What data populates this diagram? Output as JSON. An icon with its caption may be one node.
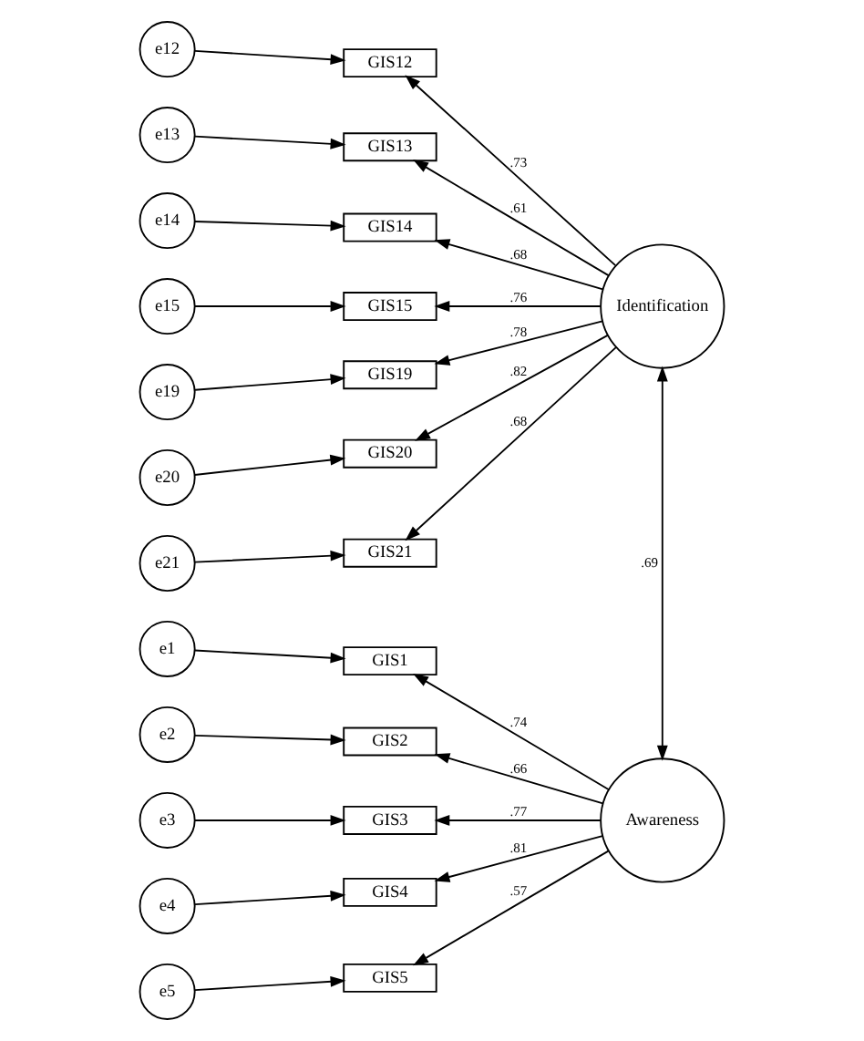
{
  "diagram": {
    "nodes": [
      {
        "text": [
          "e12"
        ]
      },
      {
        "text": [
          "GIS12"
        ]
      },
      {
        "text": [
          "e13"
        ]
      },
      {
        "text": [
          "GIS13"
        ]
      },
      {
        "text": [
          "e14"
        ]
      },
      {
        "text": [
          "GIS14"
        ]
      },
      {
        "text": [
          "e15"
        ]
      },
      {
        "text": [
          "GIS15"
        ]
      },
      {
        "text": [
          "Identification"
        ]
      },
      {
        "text": [
          "e19"
        ]
      },
      {
        "text": [
          "GIS19"
        ]
      },
      {
        "text": [
          "e20"
        ]
      },
      {
        "text": [
          "GIS20"
        ]
      },
      {
        "text": [
          "e21"
        ]
      },
      {
        "text": [
          "GIS21"
        ]
      },
      {
        "text": [
          "e1"
        ]
      },
      {
        "text": [
          "GIS1"
        ]
      },
      {
        "text": [
          "e2"
        ]
      },
      {
        "text": [
          "GIS2"
        ]
      },
      {
        "text": [
          "e3"
        ]
      },
      {
        "text": [
          "GIS3"
        ]
      },
      {
        "text": [
          "Awareness"
        ]
      },
      {
        "text": [
          "e4"
        ]
      },
      {
        "text": [
          "GIS4"
        ]
      },
      {
        "text": [
          "e5"
        ]
      },
      {
        "text": [
          "GIS5"
        ]
      }
    ],
    "edges": [
      {
        "from": 0,
        "to": 1,
        "arrow": "to"
      },
      {
        "from": 2,
        "to": 3,
        "arrow": "to"
      },
      {
        "from": 4,
        "to": 5,
        "arrow": "to"
      },
      {
        "from": 6,
        "to": 7,
        "arrow": "to"
      },
      {
        "from": 9,
        "to": 10,
        "arrow": "to"
      },
      {
        "from": 11,
        "to": 12,
        "arrow": "to"
      },
      {
        "from": 13,
        "to": 14,
        "arrow": "to"
      },
      {
        "from": 15,
        "to": 16,
        "arrow": "to"
      },
      {
        "from": 17,
        "to": 18,
        "arrow": "to"
      },
      {
        "from": 19,
        "to": 20,
        "arrow": "to"
      },
      {
        "from": 22,
        "to": 23,
        "arrow": "to"
      },
      {
        "from": 24,
        "to": 25,
        "arrow": "to"
      },
      {
        "from": 8,
        "to": 1,
        "arrow": "to",
        "label": ".73"
      },
      {
        "from": 8,
        "to": 3,
        "arrow": "to",
        "label": ".61"
      },
      {
        "from": 8,
        "to": 5,
        "arrow": "to",
        "label": ".68"
      },
      {
        "from": 8,
        "to": 7,
        "arrow": "to",
        "label": ".76"
      },
      {
        "from": 8,
        "to": 10,
        "arrow": "to",
        "label": ".78"
      },
      {
        "from": 8,
        "to": 12,
        "arrow": "to",
        "label": ".82"
      },
      {
        "from": 8,
        "to": 14,
        "arrow": "to",
        "label": ".68"
      },
      {
        "from": 21,
        "to": 16,
        "arrow": "to",
        "label": ".74"
      },
      {
        "from": 21,
        "to": 18,
        "arrow": "to",
        "label": ".66"
      },
      {
        "from": 21,
        "to": 20,
        "arrow": "to",
        "label": ".77"
      },
      {
        "from": 21,
        "to": 23,
        "arrow": "to",
        "label": ".81"
      },
      {
        "from": 21,
        "to": 25,
        "arrow": "to",
        "label": ".57"
      },
      {
        "from": 8,
        "to": 21,
        "arrow": "both",
        "label": ".69"
      }
    ]
  }
}
